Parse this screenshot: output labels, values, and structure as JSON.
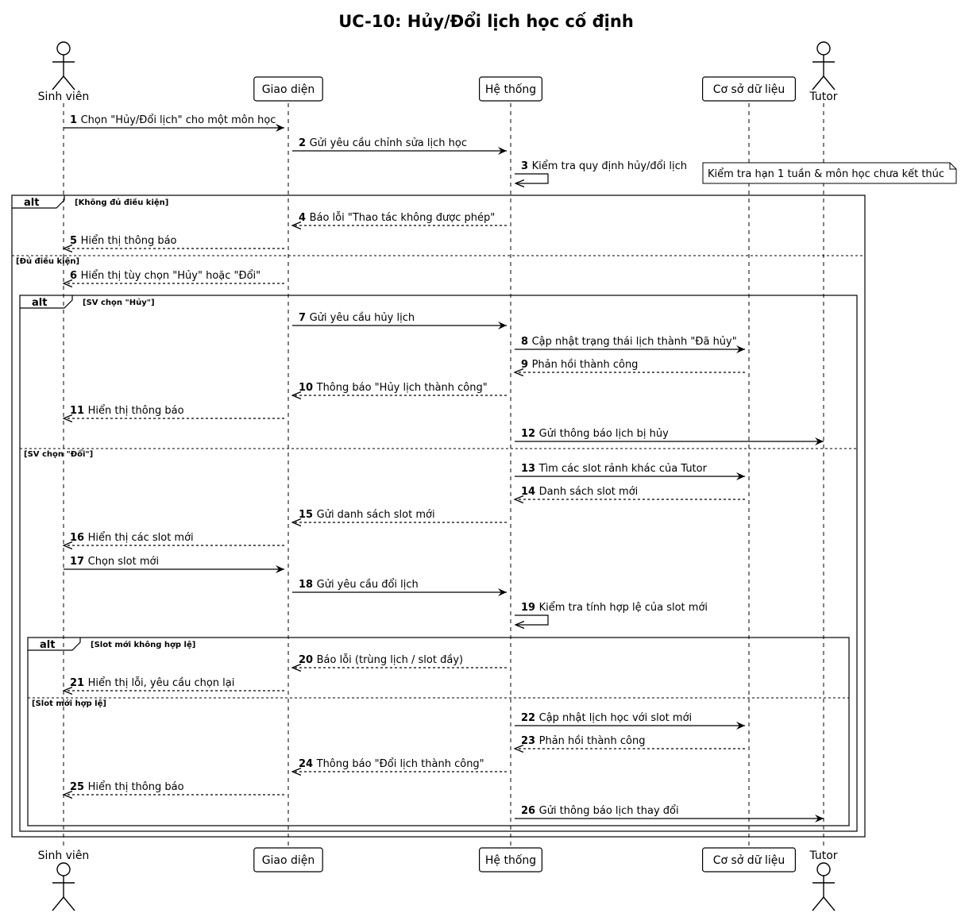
{
  "title": "UC-10: Hủy/Đổi lịch học cố định",
  "participants": [
    {
      "id": "sv",
      "label": "Sinh viên",
      "kind": "actor"
    },
    {
      "id": "gd",
      "label": "Giao diện",
      "kind": "box"
    },
    {
      "id": "ht",
      "label": "Hệ thống",
      "kind": "box"
    },
    {
      "id": "db",
      "label": "Cơ sở dữ liệu",
      "kind": "box"
    },
    {
      "id": "tutor",
      "label": "Tutor",
      "kind": "actor"
    }
  ],
  "messages": [
    {
      "n": "1",
      "from": "sv",
      "to": "gd",
      "text": "Chọn \"Hủy/Đổi lịch\" cho một môn học",
      "style": "solid"
    },
    {
      "n": "2",
      "from": "gd",
      "to": "ht",
      "text": "Gửi yêu cầu chỉnh sửa lịch học",
      "style": "solid"
    },
    {
      "n": "3",
      "from": "ht",
      "to": "ht",
      "text": "Kiểm tra quy định hủy/đổi lịch",
      "style": "self"
    },
    {
      "n": "4",
      "from": "ht",
      "to": "gd",
      "text": "Báo lỗi \"Thao tác không được phép\"",
      "style": "dashed"
    },
    {
      "n": "5",
      "from": "gd",
      "to": "sv",
      "text": "Hiển thị thông báo",
      "style": "dashed"
    },
    {
      "n": "6",
      "from": "gd",
      "to": "sv",
      "text": "Hiển thị tùy chọn \"Hủy\" hoặc \"Đổi\"",
      "style": "dashed"
    },
    {
      "n": "7",
      "from": "gd",
      "to": "ht",
      "text": "Gửi yêu cầu hủy lịch",
      "style": "solid"
    },
    {
      "n": "8",
      "from": "ht",
      "to": "db",
      "text": "Cập nhật trạng thái lịch thành \"Đã hủy\"",
      "style": "solid"
    },
    {
      "n": "9",
      "from": "db",
      "to": "ht",
      "text": "Phản hồi thành công",
      "style": "dashed"
    },
    {
      "n": "10",
      "from": "ht",
      "to": "gd",
      "text": "Thông báo \"Hủy lịch thành công\"",
      "style": "dashed"
    },
    {
      "n": "11",
      "from": "gd",
      "to": "sv",
      "text": "Hiển thị thông báo",
      "style": "dashed"
    },
    {
      "n": "12",
      "from": "ht",
      "to": "tutor",
      "text": "Gửi thông báo lịch bị hủy",
      "style": "solid"
    },
    {
      "n": "13",
      "from": "ht",
      "to": "db",
      "text": "Tìm các slot rảnh khác của Tutor",
      "style": "solid"
    },
    {
      "n": "14",
      "from": "db",
      "to": "ht",
      "text": "Danh sách slot mới",
      "style": "dashed"
    },
    {
      "n": "15",
      "from": "ht",
      "to": "gd",
      "text": "Gửi danh sách slot mới",
      "style": "dashed"
    },
    {
      "n": "16",
      "from": "gd",
      "to": "sv",
      "text": "Hiển thị các slot mới",
      "style": "dashed"
    },
    {
      "n": "17",
      "from": "sv",
      "to": "gd",
      "text": "Chọn slot mới",
      "style": "solid"
    },
    {
      "n": "18",
      "from": "gd",
      "to": "ht",
      "text": "Gửi yêu cầu đổi lịch",
      "style": "solid"
    },
    {
      "n": "19",
      "from": "ht",
      "to": "ht",
      "text": "Kiểm tra tính hợp lệ của slot mới",
      "style": "self"
    },
    {
      "n": "20",
      "from": "ht",
      "to": "gd",
      "text": "Báo lỗi (trùng lịch / slot đầy)",
      "style": "dashed"
    },
    {
      "n": "21",
      "from": "gd",
      "to": "sv",
      "text": "Hiển thị lỗi, yêu cầu chọn lại",
      "style": "dashed"
    },
    {
      "n": "22",
      "from": "ht",
      "to": "db",
      "text": "Cập nhật lịch học với slot mới",
      "style": "solid"
    },
    {
      "n": "23",
      "from": "db",
      "to": "ht",
      "text": "Phản hồi thành công",
      "style": "dashed"
    },
    {
      "n": "24",
      "from": "ht",
      "to": "gd",
      "text": "Thông báo \"Đổi lịch thành công\"",
      "style": "dashed"
    },
    {
      "n": "25",
      "from": "gd",
      "to": "sv",
      "text": "Hiển thị thông báo",
      "style": "dashed"
    },
    {
      "n": "26",
      "from": "ht",
      "to": "tutor",
      "text": "Gửi thông báo lịch thay đổi",
      "style": "solid"
    }
  ],
  "note": "Kiểm tra hạn 1 tuần & môn học chưa kết thúc",
  "fragments": [
    {
      "keyword": "alt",
      "guards": [
        "[Không đủ điều kiện]",
        "[Đủ điều kiện]"
      ]
    },
    {
      "keyword": "alt",
      "guards": [
        "[SV chọn \"Hủy\"]",
        "[SV chọn \"Đổi\"]"
      ]
    },
    {
      "keyword": "alt",
      "guards": [
        "[Slot mới không hợp lệ]",
        "[Slot mới hợp lệ]"
      ]
    }
  ]
}
